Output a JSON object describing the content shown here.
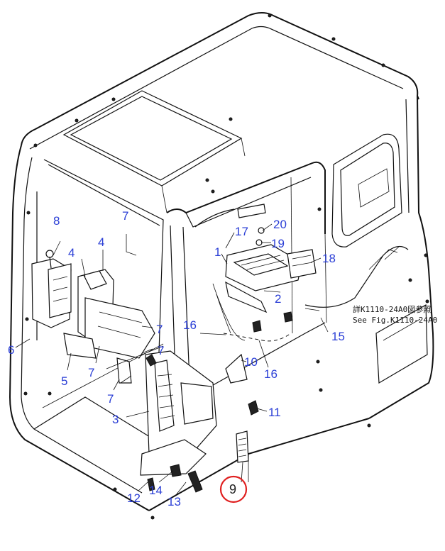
{
  "diagram": {
    "parts": [
      {
        "num": "1"
      },
      {
        "num": "2"
      },
      {
        "num": "3"
      },
      {
        "num": "4"
      },
      {
        "num": "4"
      },
      {
        "num": "5"
      },
      {
        "num": "6"
      },
      {
        "num": "7"
      },
      {
        "num": "7"
      },
      {
        "num": "7"
      },
      {
        "num": "7"
      },
      {
        "num": "7"
      },
      {
        "num": "8"
      },
      {
        "num": "9"
      },
      {
        "num": "10"
      },
      {
        "num": "11"
      },
      {
        "num": "12"
      },
      {
        "num": "13"
      },
      {
        "num": "14"
      },
      {
        "num": "15"
      },
      {
        "num": "16"
      },
      {
        "num": "16"
      },
      {
        "num": "17"
      },
      {
        "num": "18"
      },
      {
        "num": "19"
      },
      {
        "num": "20"
      }
    ],
    "highlighted_part": "9",
    "highlight_color": "#e02020",
    "label_color": "#2b3fd6",
    "reference_note": {
      "line1": "詳K1110-24A0図参照",
      "line2": "See Fig.K1110-24A0"
    }
  }
}
